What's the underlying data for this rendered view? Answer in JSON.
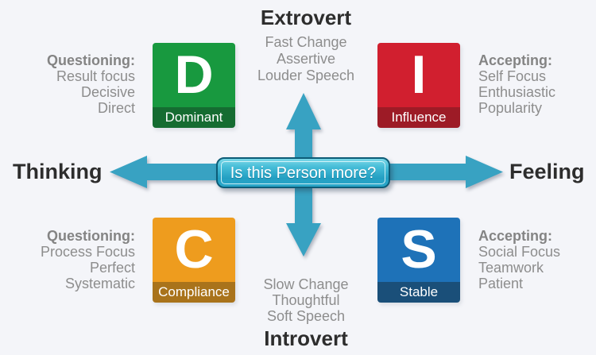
{
  "center_button": {
    "label": "Is this Person more?"
  },
  "axes": {
    "top": {
      "label": "Extrovert",
      "traits": [
        "Fast Change",
        "Assertive",
        "Louder Speech"
      ]
    },
    "bottom": {
      "label": "Introvert",
      "traits": [
        "Slow Change",
        "Thoughtful",
        "Soft Speech"
      ]
    },
    "left": {
      "label": "Thinking"
    },
    "right": {
      "label": "Feeling"
    }
  },
  "quadrants": {
    "d": {
      "letter": "D",
      "name": "Dominant",
      "heading": "Questioning:",
      "traits": [
        "Result focus",
        "Decisive",
        "Direct"
      ],
      "color": "#18993f",
      "strip_color": "#156c31"
    },
    "i": {
      "letter": "I",
      "name": "Influence",
      "heading": "Accepting:",
      "traits": [
        "Self Focus",
        "Enthusiastic",
        "Popularity"
      ],
      "color": "#d11f2f",
      "strip_color": "#9d1b26"
    },
    "c": {
      "letter": "C",
      "name": "Compliance",
      "heading": "Questioning:",
      "traits": [
        "Process Focus",
        "Perfect",
        "Systematic"
      ],
      "color": "#ee9c1e",
      "strip_color": "#a9731b"
    },
    "s": {
      "letter": "S",
      "name": "Stable",
      "heading": "Accepting:",
      "traits": [
        "Social Focus",
        "Teamwork",
        "Patient"
      ],
      "color": "#1e72b8",
      "strip_color": "#1a4f79"
    }
  },
  "colors": {
    "arrow": "#38a2c2",
    "background": "#f4f5f9",
    "dark_text": "#2d2d2d",
    "gray_text": "#8d8d8d"
  }
}
